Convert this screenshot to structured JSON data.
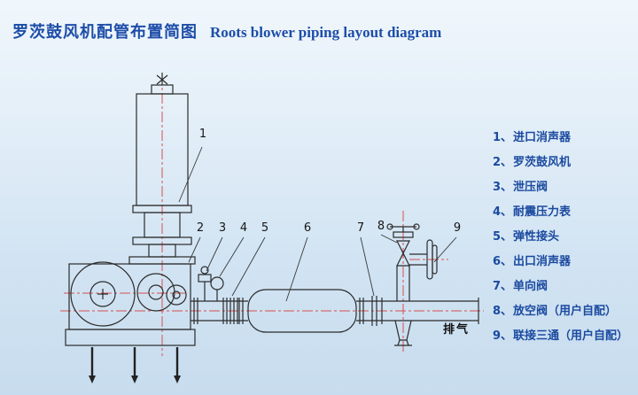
{
  "title": {
    "zh": "罗茨鼓风机配管布置简图",
    "en": "Roots blower piping layout diagram"
  },
  "legend": {
    "items": [
      {
        "num": "1、",
        "label": "进口消声器"
      },
      {
        "num": "2、",
        "label": "罗茨鼓风机"
      },
      {
        "num": "3、",
        "label": "泄压阀"
      },
      {
        "num": "4、",
        "label": "耐震压力表"
      },
      {
        "num": "5、",
        "label": "弹性接头"
      },
      {
        "num": "6、",
        "label": "出口消声器"
      },
      {
        "num": "7、",
        "label": "单向阀"
      },
      {
        "num": "8、",
        "label": "放空阀（用户自配）"
      },
      {
        "num": "9、",
        "label": "联接三通（用户自配）"
      }
    ]
  },
  "diagram": {
    "callouts": [
      "1",
      "2",
      "3",
      "4",
      "5",
      "6",
      "7",
      "8",
      "9"
    ],
    "exhaust_label": "排气"
  },
  "colors": {
    "title_blue": "#1d4da8",
    "legend_blue": "#1b4aa0",
    "line_black": "#2b2b2b",
    "centerline_red": "#d65050",
    "background_top": "#f0f7fc",
    "background_bottom": "#c7dcee"
  }
}
